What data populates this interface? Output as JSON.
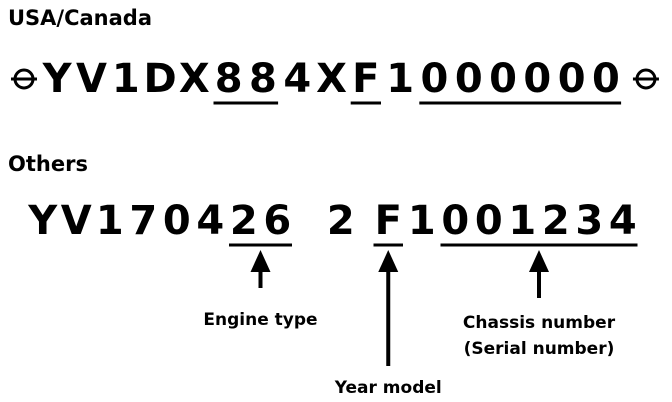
{
  "sections": {
    "usa_canada": {
      "heading": "USA/Canada",
      "vin_prefix_symbol": "⊖",
      "vin_suffix_symbol": "⊖",
      "vin": [
        "Y",
        "V",
        "1",
        "D",
        "X",
        "8",
        "8",
        "4",
        "X",
        "F",
        "1",
        "0",
        "0",
        "0",
        "0",
        "0",
        "0"
      ],
      "underlined_groups": [
        [
          5,
          6
        ],
        [
          9,
          9
        ],
        [
          11,
          16
        ]
      ]
    },
    "others": {
      "heading": "Others",
      "vin": [
        "Y",
        "V",
        "1",
        "7",
        "0",
        "4",
        "2",
        "6",
        "2",
        "F",
        "1",
        "0",
        "0",
        "1",
        "2",
        "3",
        "4"
      ],
      "underlined_groups": [
        [
          6,
          7
        ],
        [
          9,
          9
        ],
        [
          11,
          16
        ]
      ]
    }
  },
  "callouts": [
    {
      "label": "Engine type",
      "points_to_group": 0
    },
    {
      "label": "Year model",
      "points_to_group": 1
    },
    {
      "label": "Chassis number",
      "label_line2": "(Serial number)",
      "points_to_group": 2
    }
  ],
  "colors": {
    "ink": "#000000",
    "background": "#ffffff"
  }
}
